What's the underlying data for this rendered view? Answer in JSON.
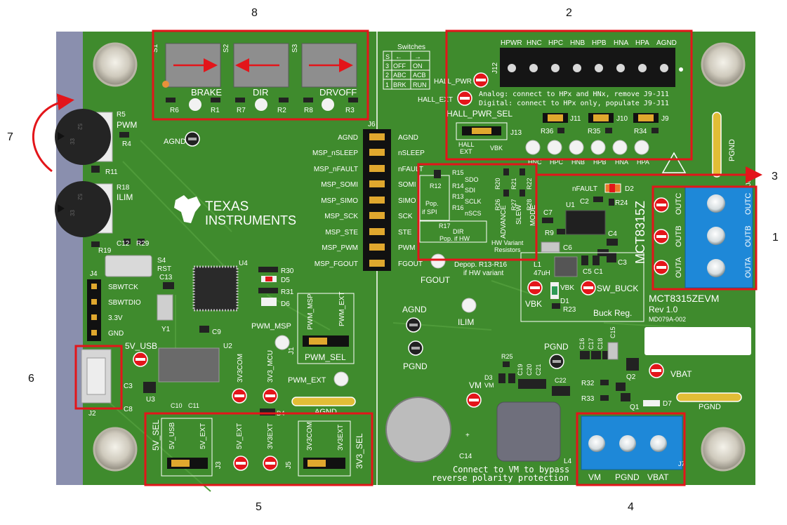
{
  "callouts": [
    "1",
    "2",
    "3",
    "4",
    "5",
    "6",
    "7",
    "8"
  ],
  "brand": {
    "line1": "TEXAS",
    "line2": "INSTRUMENTS"
  },
  "board": {
    "chip": "MCT8315Z",
    "name": "MCT8315ZEVM",
    "rev": "Rev 1.0",
    "code": "MD079A-002",
    "colors": {
      "pcb": "#3f8b2d",
      "silk": "#ffffff",
      "callout": "#e3151a",
      "terminal": "#1e88d8"
    }
  },
  "switches": {
    "labels": [
      "S1",
      "S2",
      "S3"
    ],
    "names": [
      "BRAKE",
      "DIR",
      "DRVOFF"
    ],
    "resistors": [
      "R6",
      "R1",
      "R7",
      "R2",
      "R8",
      "R3"
    ],
    "table": {
      "title": "Switches",
      "head_s": "S",
      "rows": [
        [
          "3",
          "OFF",
          "ON"
        ],
        [
          "2",
          "ABC",
          "ACB"
        ],
        [
          "1",
          "BRK",
          "RUN"
        ]
      ]
    }
  },
  "hall": {
    "pins": [
      "HPWR",
      "HNC",
      "HPC",
      "HNB",
      "HPB",
      "HNA",
      "HPA",
      "AGND"
    ],
    "j12": "J12",
    "hall_pwr": "HALL_PWR",
    "hall_ext": "HALL_EXT",
    "note1": "Analog: connect to HPx and HNx, remove J9-J11",
    "note2": "Digital: connect to HPx only, populate J9-J11",
    "sel": "HALL_PWR_SEL",
    "jumper_left": "HALL\nEXT",
    "jumper_left_a": "HALL",
    "jumper_left_b": "EXT",
    "jumper_right": "VBK",
    "j13": "J13",
    "jumpers": [
      "J11",
      "J10",
      "J9"
    ],
    "resistors": [
      "R36",
      "R35",
      "R34"
    ],
    "bottom": [
      "HNC",
      "HPC",
      "HNB",
      "HPB",
      "HNA",
      "HPA"
    ]
  },
  "j6": {
    "label": "J6",
    "left": [
      "AGND",
      "MSP_nSLEEP",
      "MSP_nFAULT",
      "MSP_SOMI",
      "MSP_SIMO",
      "MSP_SCK",
      "MSP_STE",
      "MSP_PWM",
      "MSP_FGOUT"
    ],
    "right": [
      "AGND",
      "nSLEEP",
      "nFAULT",
      "SOMI",
      "SIMO",
      "SCK",
      "STE",
      "PWM",
      "FGOUT"
    ]
  },
  "spi": {
    "r12": "R12",
    "rows": [
      [
        "R15",
        "SDO"
      ],
      [
        "R14",
        "SDI"
      ],
      [
        "R13",
        "SCLK"
      ],
      [
        "R16",
        "nSCS"
      ]
    ],
    "pop": "Pop.",
    "if_spi": "if SPI",
    "r17": "R17",
    "dir": "DIR",
    "pop_hw": "Pop. if HW",
    "hw_variant": "HW Variant",
    "resistors": "Resistors",
    "vert": [
      "R20",
      "R21",
      "R22",
      "R26",
      "R27",
      "R28"
    ],
    "modes": [
      "ADVANCE",
      "SLEW",
      "MODE"
    ],
    "depop1": "Depop. R13-R16",
    "depop2": "if HW variant"
  },
  "labels": {
    "agnd": "AGND",
    "fgout": "FGOUT",
    "ilim": "ILIM",
    "pgnd": "PGND",
    "pwm": "PWM",
    "pwm_msp": "PWM_MSP",
    "pwm_ext": "PWM_EXT",
    "pwm_sel": "PWM_SEL",
    "j1_msp": "PWM_MSP",
    "j1_ext": "PWM_EXT",
    "j1": "J1",
    "r5": "R5",
    "r4": "R4",
    "r11": "R11",
    "r18": "R18",
    "r19": "R19",
    "c12": "C12",
    "r29": "R29",
    "s4": "S4",
    "rst": "RST",
    "c13": "C13",
    "y1": "Y1",
    "u4": "U4",
    "r30": "R30",
    "d5": "D5",
    "r31": "R31",
    "d6": "D6",
    "c9": "C9",
    "u2": "U2",
    "u3": "U3",
    "c3": "C3",
    "c8": "C8",
    "c10": "C10",
    "c11": "C11",
    "j2": "J2",
    "j4": "J4",
    "j4_pins": [
      "SBWTCK",
      "SBWTDIO",
      "3.3V",
      "GND"
    ],
    "5v_usb": "5V_USB",
    "3v3com": "3V3COM",
    "3v3_mcu": "3V3_MCU",
    "d4": "D4",
    "agnd2": "AGND",
    "nfault": "nFAULT",
    "d2": "D2",
    "c2": "C2",
    "r24": "R24",
    "c7": "C7",
    "u1": "U1",
    "r9": "R9",
    "c4": "C4",
    "c6": "C6",
    "l1": "L1",
    "l1v": "47uH",
    "c5": "C5",
    "c1": "C1",
    "c3b": "C3",
    "vbk": "VBK",
    "vbk2": "VBK",
    "d1": "D1",
    "r23": "R23",
    "sw_buck": "SW_BUCK",
    "buck": "Buck Reg.",
    "outc": "OUTC",
    "outb": "OUTB",
    "outa": "OUTA",
    "j8": "J8",
    "c15": "C15",
    "c16": "C16",
    "c17": "C17",
    "c18": "C18",
    "vbat": "VBAT",
    "r25": "R25",
    "d3": "D3",
    "vm_small": "VM",
    "c19": "C19",
    "c20": "C20",
    "c21": "C21",
    "c22": "C22",
    "vm": "VM",
    "r32": "R32",
    "q2": "Q2",
    "r33": "R33",
    "q1": "Q1",
    "d7": "D7",
    "pgnd2": "PGND",
    "pgnd3": "PGND",
    "c14": "C14",
    "l4": "L4",
    "rev_note1": "Connect to VM to bypass",
    "rev_note2": "reverse polarity protection",
    "j7": "J7",
    "term_vm": "VM",
    "term_pgnd": "PGND",
    "term_vbat": "VBAT",
    "5v_sel": "5V_SEL",
    "5v_usb2": "5V_USB",
    "5v_ext": "5V_EXT",
    "j3": "J3",
    "5v_ext2": "5V_EXT",
    "3v3ext": "3V3EXT",
    "j5": "J5",
    "3v3com2": "3V3COM",
    "3v3ext2": "3V3EXT",
    "3v3_sel": "3V3_SEL",
    "pot1": "52",
    "pot1b": "33",
    "plus": "+"
  }
}
